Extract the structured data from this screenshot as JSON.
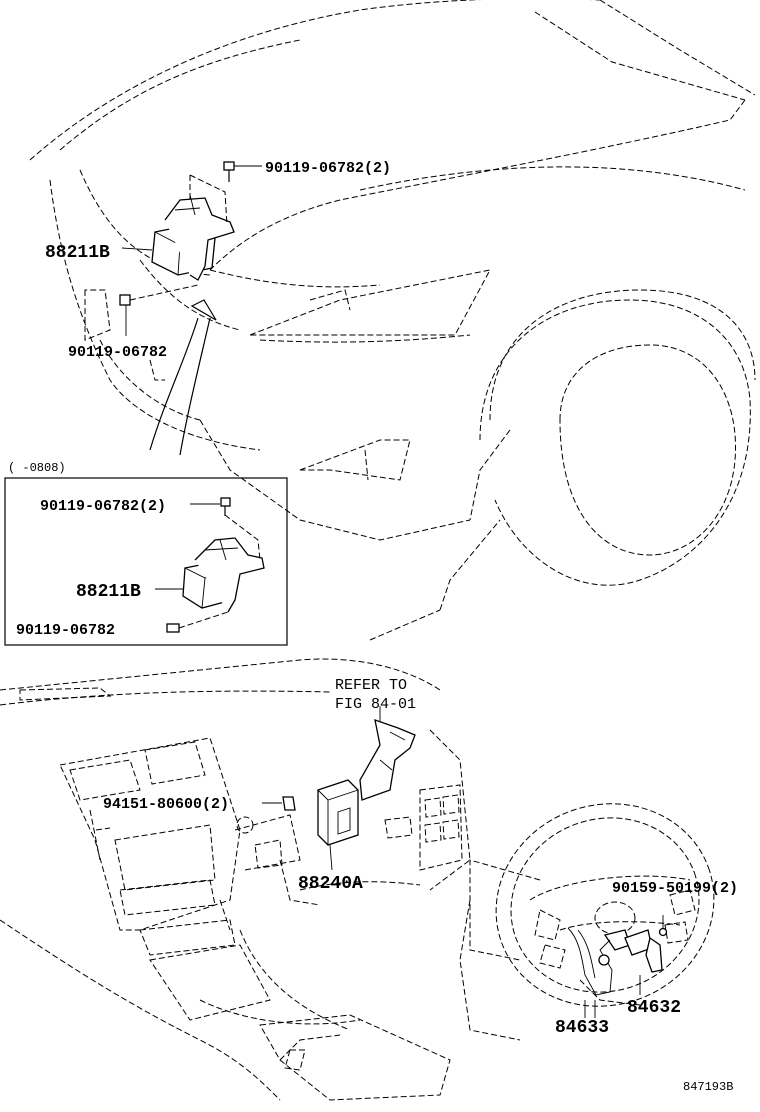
{
  "labels": {
    "top_bolt_qty": "90119-06782(2)",
    "top_sensor": "88211B",
    "top_bolt_single": "90119-06782",
    "inset_period": "(      -0808)",
    "inset_bolt_qty": "90119-06782(2)",
    "inset_sensor": "88211B",
    "inset_bolt_single": "90119-06782",
    "refer_line1": "REFER TO",
    "refer_line2": "FIG 84-01",
    "nut": "94151-80600(2)",
    "computer": "88240A",
    "screw": "90159-50199(2)",
    "switch_a": "84632",
    "switch_b": "84633",
    "figure_code": "847193B"
  }
}
